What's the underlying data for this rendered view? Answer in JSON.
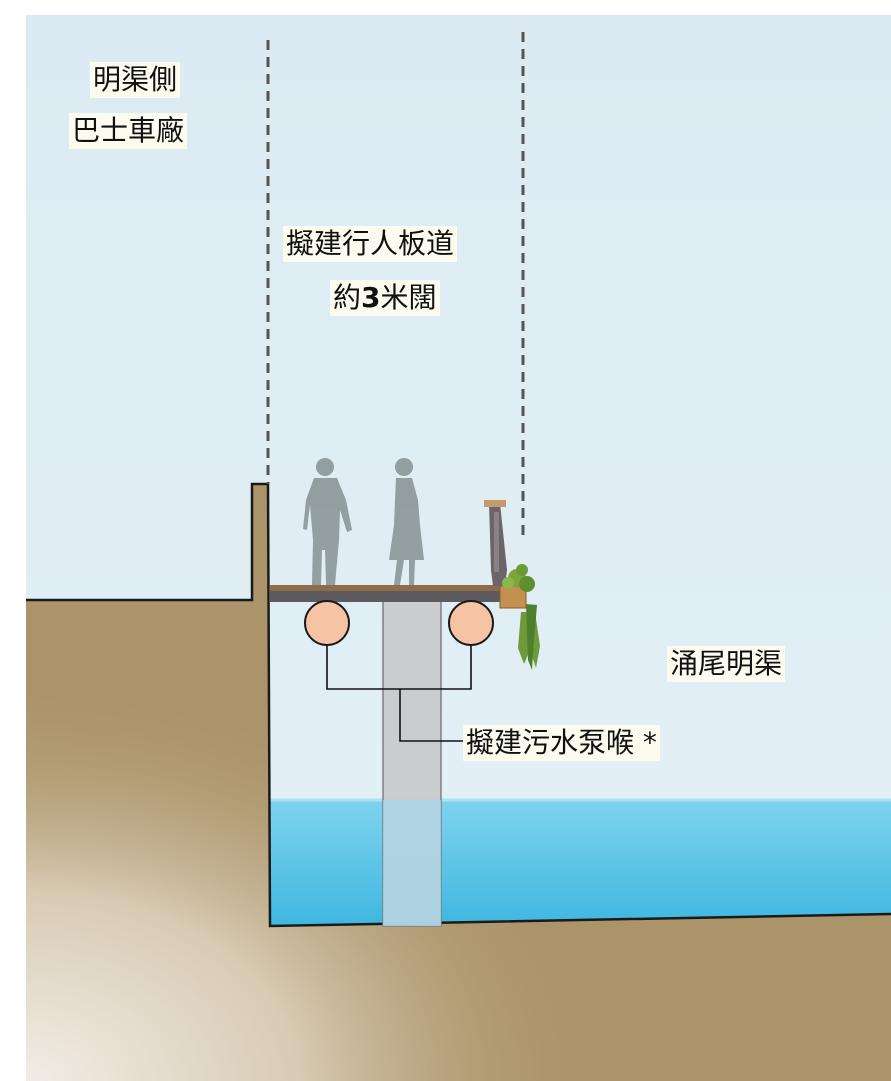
{
  "labels": {
    "bus_depot_line1": "明渠側",
    "bus_depot_line2": "巴士車廠",
    "boardwalk_line1": "擬建行人板道",
    "boardwalk_line2_prefix": "約",
    "boardwalk_line2_number": "3",
    "boardwalk_line2_suffix": "米闊",
    "channel": "涌尾明渠",
    "pipes": "擬建污水泵喉 *"
  },
  "colors": {
    "sky": "#dfedf4",
    "soil": "#ab9469",
    "soil_fade": "#f1ede6",
    "water": "#55c4e6",
    "pier": "#c8c8cc",
    "deck": "#8c6c4b",
    "pipe": "#f6c3a5",
    "silhouette": "#8e9a9c",
    "dashed_line": "#555555"
  },
  "icons": {
    "people": "pedestrian-silhouette-icon",
    "railing": "railing-icon",
    "planter": "plant-planter-icon"
  }
}
